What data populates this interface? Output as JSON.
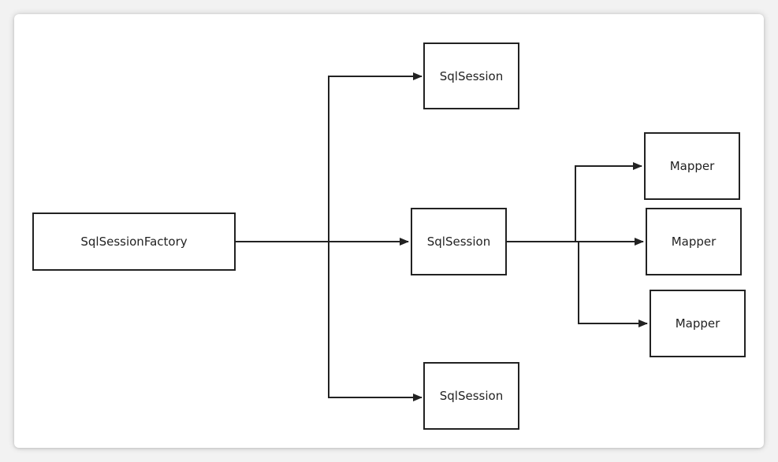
{
  "diagram": {
    "colors": {
      "background": "#ffffff",
      "stroke": "#222222",
      "text": "#222222"
    },
    "nodes": {
      "factory": "SqlSessionFactory",
      "session_top": "SqlSession",
      "session_middle": "SqlSession",
      "session_bottom": "SqlSession",
      "mapper_top": "Mapper",
      "mapper_middle": "Mapper",
      "mapper_bottom": "Mapper"
    }
  }
}
